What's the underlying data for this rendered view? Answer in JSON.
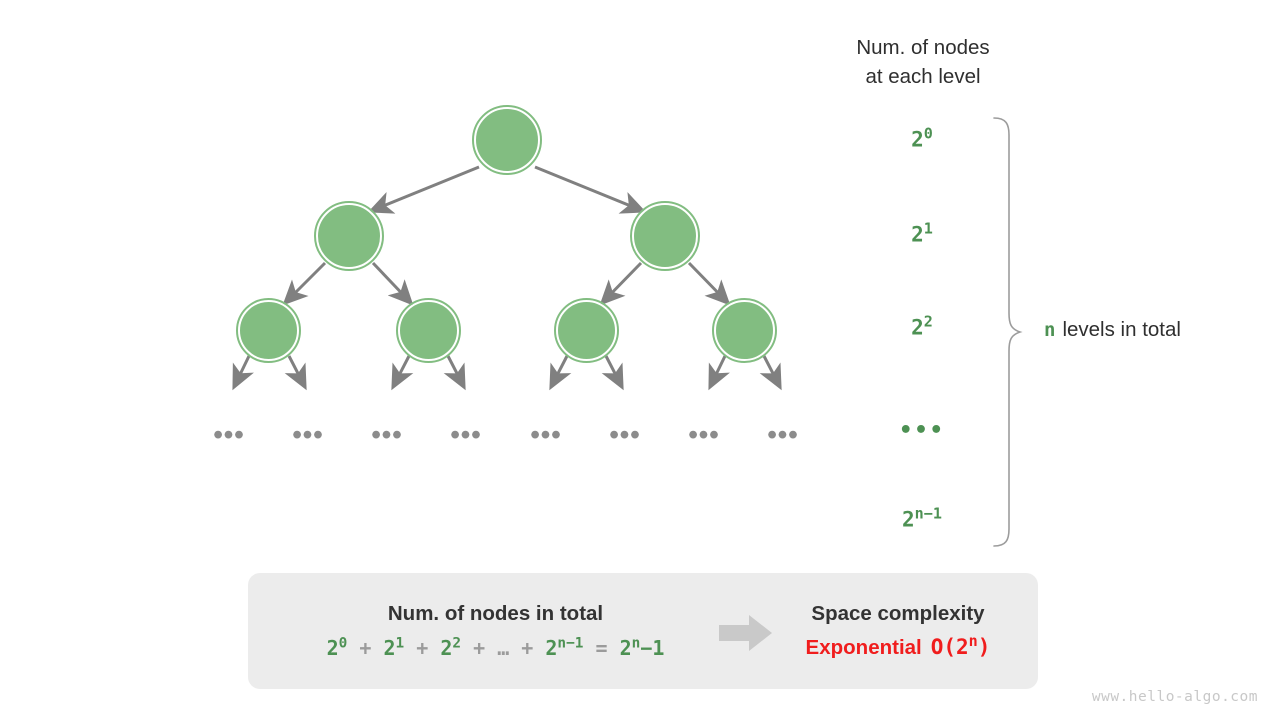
{
  "diagram": {
    "title_lines": [
      "Num. of nodes",
      "at each level"
    ],
    "watermark": "www.hello-algo.com",
    "colors": {
      "node_fill": "#82bd81",
      "node_ring": "#82bd81",
      "edge": "#808080",
      "accent_green": "#4d9153",
      "accent_red": "#f01d1d",
      "box_bg": "#ececec",
      "text_dark": "#2f2f2f",
      "dots_gray": "#8c8c8c"
    }
  },
  "tree": {
    "levels": [
      {
        "index": 0,
        "label": "2",
        "exponent": "0",
        "node_count": 1
      },
      {
        "index": 1,
        "label": "2",
        "exponent": "1",
        "node_count": 2
      },
      {
        "index": 2,
        "label": "2",
        "exponent": "2",
        "node_count": 4
      },
      {
        "index": 3,
        "label": "…",
        "exponent": "",
        "node_count": 0
      },
      {
        "index": 4,
        "label": "2",
        "exponent": "n−1",
        "node_count": 0
      }
    ],
    "ellipsis_glyph": "•••",
    "ellipsis_count": 8
  },
  "brace_annotation": {
    "symbol": "n",
    "text": "levels in total"
  },
  "summary": {
    "left": {
      "title": "Num. of nodes in total",
      "formula_parts": [
        {
          "type": "power",
          "base": "2",
          "exp": "0"
        },
        {
          "type": "op",
          "text": "+"
        },
        {
          "type": "power",
          "base": "2",
          "exp": "1"
        },
        {
          "type": "op",
          "text": "+"
        },
        {
          "type": "power",
          "base": "2",
          "exp": "2"
        },
        {
          "type": "op",
          "text": "+"
        },
        {
          "type": "op",
          "text": "…"
        },
        {
          "type": "op",
          "text": "+"
        },
        {
          "type": "power",
          "base": "2",
          "exp": "n−1"
        },
        {
          "type": "op",
          "text": "="
        },
        {
          "type": "power",
          "base": "2",
          "exp": "n",
          "suffix": "−1"
        }
      ],
      "formula_plain": "2⁰ + 2¹ + 2² + … + 2ⁿ⁻¹ = 2ⁿ−1"
    },
    "arrow": "right-block-arrow",
    "right": {
      "title": "Space complexity",
      "verdict": "Exponential",
      "big_o_base": "O(2",
      "big_o_exp": "n",
      "big_o_close": ")",
      "big_o_plain": "O(2ⁿ)"
    }
  }
}
